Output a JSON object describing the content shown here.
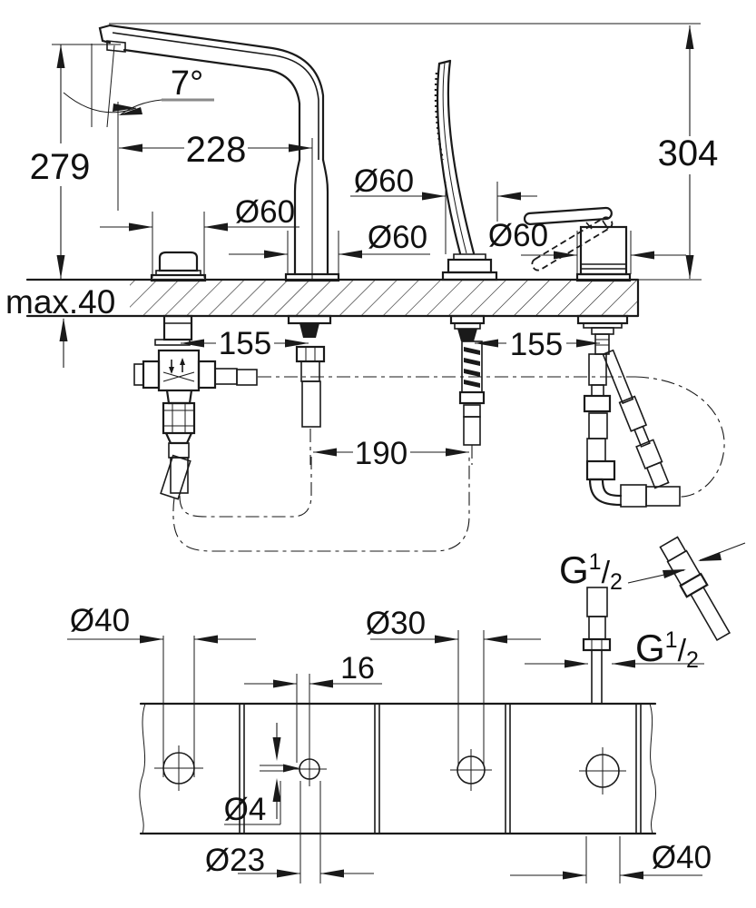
{
  "side_view": {
    "spout_angle": "7°",
    "spout_height": "279",
    "spout_reach": "228",
    "shower_overall_height": "304",
    "deck_thickness_max": "max.40",
    "escutcheon_valve": "Ø60",
    "escutcheon_shower_holder": "Ø60",
    "escutcheon_spout": "Ø60",
    "escutcheon_mixer": "Ø60",
    "cc_valve_to_spout": "155",
    "cc_holder_to_mixer": "155",
    "cc_spout_to_holder": "190",
    "thread_hose_upper": {
      "g": "G",
      "numerator": "1",
      "slash": "/",
      "denominator": "2"
    },
    "thread_hose_lower": {
      "g": "G",
      "numerator": "1",
      "slash": "/",
      "denominator": "2"
    }
  },
  "plan_view": {
    "hole_valve": "Ø40",
    "hole_spout": "Ø23",
    "pin_hole": "Ø4",
    "pin_offset": "16",
    "hole_shower_holder": "Ø30",
    "hole_mixer": "Ø40"
  },
  "colors": {
    "line": "#1a1a1a",
    "background": "#ffffff"
  }
}
